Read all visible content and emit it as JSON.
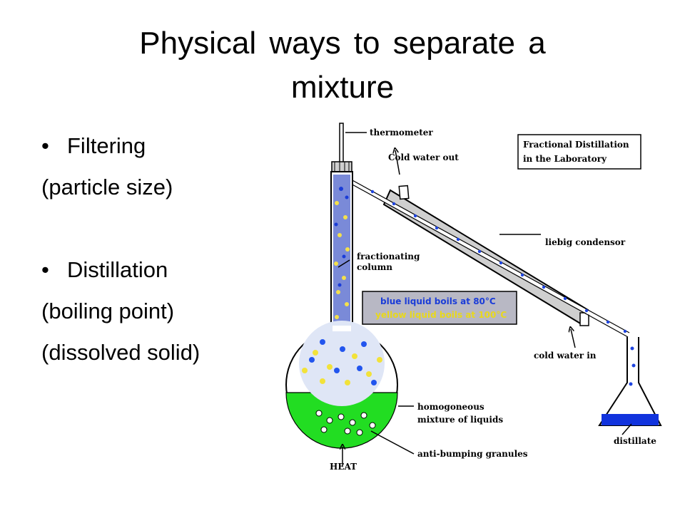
{
  "slide": {
    "title_line1": "Physical ways to separate a",
    "title_line2": "mixture"
  },
  "bullets": {
    "bullet_glyph": "•",
    "item1": "Filtering",
    "item1_note": "(particle size)",
    "item2": "Distillation",
    "item2_note1": "(boiling point)",
    "item2_note2": "(dissolved solid)"
  },
  "diagram": {
    "thermometer": "thermometer",
    "cold_water_out": "Cold water out",
    "title_line1": "Fractional Distillation",
    "title_line2": "in the Laboratory",
    "condenser": "liebig condensor",
    "column_line1": "fractionating",
    "column_line2": "column",
    "boil_blue": "blue liquid boils at 80°C",
    "boil_yellow": "yellow liquid boils at 100°C",
    "cold_water_in": "cold water in",
    "mixture_line1": "homogoneous",
    "mixture_line2": "mixture of liquids",
    "distillate": "distillate",
    "granules": "anti-bumping granules",
    "heat": "HEAT"
  },
  "colors": {
    "liquid_green": "#22dd22",
    "vapour_blue": "#2255ee",
    "vapour_yellow": "#f2e23a",
    "distillate_blue": "#1133dd",
    "label_box": "#b8b8c4"
  }
}
